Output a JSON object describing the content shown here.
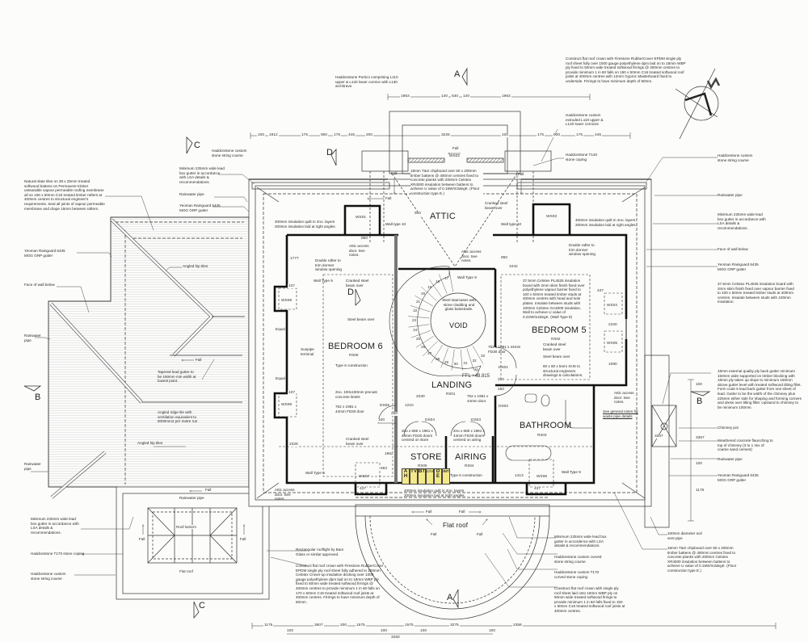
{
  "rooms": {
    "attic": "ATTIC",
    "bedroom6": {
      "name": "BEDROOM 6",
      "code": "RS06"
    },
    "void": "VOID",
    "landing": {
      "name": "LANDING",
      "code": "RS01"
    },
    "bedroom5": {
      "name": "BEDROOM 5",
      "code": "RS02"
    },
    "bathroom": {
      "name": "BATHROOM",
      "code": "RS03"
    },
    "store": {
      "name": "STORE",
      "code": "RS05"
    },
    "airing": {
      "name": "AIRING",
      "code": "RS04"
    },
    "flat_roof_bay": "Flat roof",
    "flat_roof_lantern": "Flat roof",
    "roof_lantern": "Roof lantern",
    "ffl": "FFL +48.815"
  },
  "windows": [
    "WS01",
    "WS02",
    "WS03",
    "WS04",
    "WS05",
    "WS06",
    "WS07",
    "WS08",
    "WS09"
  ],
  "doors": [
    "DS01",
    "DS02",
    "DS03",
    "DS04",
    "DS05"
  ],
  "stair_numbers": [
    "17",
    "18",
    "19",
    "20",
    "21",
    "22",
    "23",
    "24",
    "25",
    "26",
    "27",
    "28",
    "29",
    "30",
    "31",
    "32",
    "33"
  ],
  "store_labels": [
    "AH",
    "TV",
    "BT",
    "CTV",
    "DE",
    "INT"
  ],
  "section_markers": {
    "a_top": "A",
    "a_bottom": "A",
    "b_left": "B",
    "b_right": "B",
    "c_top": "C",
    "c_bottom": "C",
    "d_top": "D",
    "d_inner": "D"
  },
  "notes": {
    "flat_roof_crown_top": "Construct flat roof crown with Firestone RubberCover EPDM single ply roof sheet fully over 1000 gauge polyethylene dpm laid on to 18mm WBP ply fixed to 50mm wide treated softwood firrings @ 400mm centres to provide minimum 1 in 60 falls on 150 x 50mm C16 treated softwood roof joists at 400mm centres with 12mm Gyproc Masterboard fixed to underside. Firrings to have minimum depth of 50mm.",
    "portico": "Haddonstone Portico comprising L110 upper & L120 lower cornice with L130 architrave.",
    "cornice": "Haddonstone custom extruded L110 upper & L120 lower cornices",
    "t140": "Haddonstone T140 stone coping",
    "string_course_right": "Haddonstone custom stone string course",
    "string_course_left": "Haddonstone custom stone string course",
    "rwp_right": "Rainwater pipe",
    "box_gutter_right": "Minimum 225mm wide lead box gutter in accordance with LSA details & recommendations.",
    "face_wall_right": "Face of wall below",
    "yeoman_right": "Yeoman Rainguard 6435 MOG GRP gutter",
    "celotex_right": "37.5mm Celotex PL4025 insulation board with 2mm skim finish fixed over vapour barrier fixed to 100 x 50mm treated timber studs at 400mm centres. Insulate between studs with 100mm insulation.",
    "slate": "Natural slate tiles on 38 x 25mm treated softwood battens on Permavent Klober untearable vapour permeable roofing membrane all on 150 x 50mm C16 treated timber rafters at 400mm centres to structural engineer's requirements. Seal all joints of vapour permeable membrane and drape 15mm between rafters.",
    "box_gutter_left_top": "Minimum 225mm wide lead box gutter in accordance with LSA details & recommendations.",
    "rwp_left_top": "Rainwater pipe",
    "yeoman_left_top": "Yeoman Rainguard 6435 MOG GRP gutter",
    "yeoman_left": "Yeoman Rainguard 6435 MOG GRP gutter",
    "hip_tiles_1": "Angled hip tiles",
    "face_wall_left": "Face of wall below",
    "rwp_left_1": "Rainwater pipe",
    "tapered_gutter": "Tapered lead gutter to be 150mm min width at lowest point.",
    "ridge_tile": "Angled ridge tile with ventilation equivalent to 5000mm2 per metre run",
    "hip_tiles_2": "Angled hip tiles",
    "rwp_left_2": "Rainwater pipe",
    "box_gutter_left_bottom": "Minimum 225mm wide lead box gutter in accordance with LSA details & recommendations.",
    "t170_left": "Haddonstone T170 stone coping",
    "string_course_left_bottom": "Haddonstone custom stone string course",
    "rwp_lantern": "Rainwater pipe",
    "rooflight": "Rectangular rooflight by Bam Glass or similar approved.",
    "flat_roof_crown_lantern": "Construct flat roof crown with Firestone RubberCover EPDM single ply roof sheet fully adhered to 150mm Celotex Crown-up insulation decking over 1000 gauge polyethylene dpm laid on to 18mm WBP ply fixed to 50mm wide treated softwood firrings @ 400mm centres to provide minimum 1 in 60 falls on 170 x 50mm C16 treated softwood roof joists at 400mm centres. Firrings to have minimum depth of 50mm.",
    "box_gutter_bay": "Minimum 225mm wide lead box gutter in accordence with LSA details & recommendations.",
    "curved_string": "Haddonstone custom curved stone string course",
    "curved_coping": "Haddonstone custom T170 curved stone coping",
    "flat_roof_crown_bay": "Construct flat roof crown with single ply roof sheet laid onto 18mm WBP ply on 50mm wide treated softwood firings to provide minimum 1 in 60 falls fixed to 150 x 50mm C16 treated softwood roof joists at 400mm centres.",
    "back_gutter": "18mm external quality ply back gutter minimum 150mm wide supported on timber blocking with 18mm ply taken up slope to minimum 150mm above gutter level with treated softwood tilting fillet. Form code 5 lead back gutter from one sheet of lead. Gutter to be the width of the chimney plus 225mm either side for shaping and forming corners and dress over tilting fillet. Upstand to chimney to be minimum 100mm.",
    "chimney_pot": "Chimney pot",
    "flaunching": "Weathered concrete flaunching to top of chimney (3 to 1 mix of coarse sand cement)",
    "rwp_right_2": "Rainwater pipe",
    "yeoman_right_2": "Yeoman Rainguard 6435 MOG GRP gutter",
    "svp": "100mm diameter soil vent pipe",
    "floor_e": "18mm T&G chipboard over 50 x 200mm timber battens @ 400mm centres fixed to concrete planks with 200mm Celotex XR4000 insulation between battens to achieve U value of 0.16W/m2degK. (Floor construction type E.)",
    "floor_attic": "18mm T&G chipboard over 50 x 200mm timber battens @ 400mm centres fixed to concrete planks with 200mm Celotex XR4000 insulation between battens to achieve U value of 0.16W/m2degK. (Floor construction type E.)",
    "cranked_beam_attic": "Cranked steel beam over",
    "wall10_left": "Wall type 10",
    "wall10_right": "Wall type 10",
    "insulation_left": "400mm insulation quilt in 2no. layers 200mm insulation laid at right angles.",
    "insulation_right": "400mm insulation quilt in 2no. layers 200mm insulation laid at right angles.",
    "insulation_bottom": "400mm insulation quilt in 2no. layers 200mm insulation laid at right angles.",
    "attic_access_1": "Attic access door. See notes.",
    "attic_access_2": "Attic access door. See notes.",
    "attic_access_3": "Attic access door. See notes.",
    "attic_access_4": "Attic access door. See notes.",
    "double_rafter_1": "Double rafter to trim dormer window opening",
    "double_rafter_2": "Double rafter to trim dormer window opening",
    "cranked_beam_b6": "Cranked steel beam over",
    "steel_beam_b6": "Steel beam over",
    "sunpipe": "Sunpipe terminal",
    "type6_b6": "Type 6 construction",
    "lintels": "2no. 100x100mm precast concrete lintels",
    "door_ds05": "762 x 1981 x 44mm FD30 door",
    "cranked_beam_b6_bottom": "Cranked steel beam over",
    "wall9_b6_top": "Wall Type 9",
    "wall9_b6_bottom": "Wall Type 9",
    "wall9_landing": "Wall Type 9",
    "wall9_bath": "Wall Type 9",
    "staircase": "Steel staircases with stone cladding and glass balustrade.",
    "up": "Up",
    "door_ds01": "762 x 1981 x 44mm FD30 door",
    "door_ds02": "762 x 1981 x 44mm door",
    "doors_ds04": "2no x 686 x 1981 x 44mm FD30 doors centred on store",
    "doors_ds03": "2no x 686 x 1981 x 44mm FD30 doors centred on airing",
    "type6_store": "Type 6 construction",
    "celotex_b5": "37.5mm Celotex PL4025 insulation board with 2mm skim finish fixed over polyethylene vapour barrier fixed to 100 x 50mm treated timber studs at 400mm centres with head and sole plates. Insulate between studs with 100mm Celotex GA4000 insulation. Wall to achieve U value of 0.22W/m2degK. (Wall Type 9)",
    "cranked_beam_b5": "Cranked steel beam over",
    "steel_beam_b5": "Steel beam over",
    "shs": "80 x 80 x 5mm SHS to structural engineers drawings & calculations.",
    "waste_pipe": "See general notes for waste pipe details",
    "equal_1": "Equal",
    "equal_2": "Equal"
  },
  "falls": [
    "Fall",
    "Fall",
    "Fall",
    "Fall",
    "Fall",
    "Fall",
    "Fall",
    "Fall",
    "Fall",
    "Fall",
    "Fall",
    "Fall"
  ],
  "dimensions": {
    "top_row1": [
      "1963",
      "140",
      "630",
      "140",
      "1963"
    ],
    "top_row2": [
      "100",
      "1912",
      "175",
      "900",
      "175",
      "445",
      "200",
      "3225",
      "100",
      "175",
      "900",
      "175",
      "445"
    ],
    "interior": [
      "950",
      "950",
      "1777",
      "1042",
      "437",
      "437",
      "437",
      "437",
      "437",
      "2100",
      "1090",
      "2326",
      "1962",
      "563",
      "2030",
      "1210",
      "250",
      "100",
      "250",
      "250",
      "1413",
      "900"
    ],
    "right_col": [
      "100",
      "3357",
      "100",
      "1176",
      "3357"
    ],
    "bottom_row": [
      "1176",
      "100",
      "3607",
      "200",
      "1575",
      "100",
      "1575",
      "100",
      "3275",
      "100",
      "2358"
    ],
    "bottom_total": "3250"
  }
}
